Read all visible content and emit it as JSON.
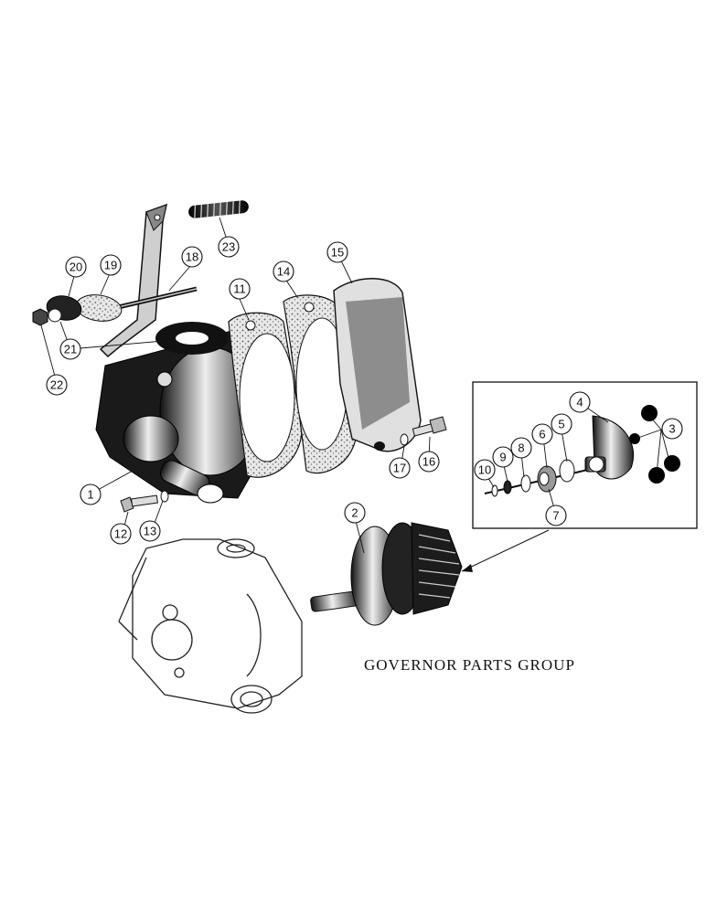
{
  "caption": "GOVERNOR PARTS GROUP",
  "callouts": [
    {
      "id": "1",
      "label": "1"
    },
    {
      "id": "2",
      "label": "2"
    },
    {
      "id": "3",
      "label": "3"
    },
    {
      "id": "4",
      "label": "4"
    },
    {
      "id": "5",
      "label": "5"
    },
    {
      "id": "6",
      "label": "6"
    },
    {
      "id": "7",
      "label": "7"
    },
    {
      "id": "8",
      "label": "8"
    },
    {
      "id": "9",
      "label": "9"
    },
    {
      "id": "10",
      "label": "10"
    },
    {
      "id": "11",
      "label": "11"
    },
    {
      "id": "12",
      "label": "12"
    },
    {
      "id": "13",
      "label": "13"
    },
    {
      "id": "14",
      "label": "14"
    },
    {
      "id": "15",
      "label": "15"
    },
    {
      "id": "16",
      "label": "16"
    },
    {
      "id": "17",
      "label": "17"
    },
    {
      "id": "18",
      "label": "18"
    },
    {
      "id": "19",
      "label": "19"
    },
    {
      "id": "20",
      "label": "20"
    },
    {
      "id": "21",
      "label": "21"
    },
    {
      "id": "22",
      "label": "22"
    },
    {
      "id": "23",
      "label": "23"
    }
  ]
}
